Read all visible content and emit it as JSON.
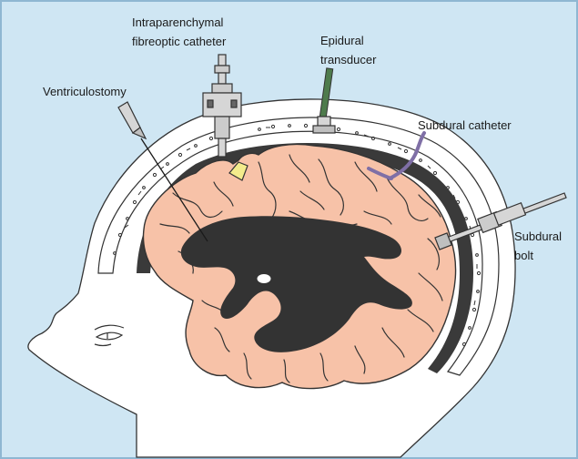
{
  "diagram": {
    "labels": {
      "intraparenchymal": [
        "Intraparenchymal",
        "fibreoptic catheter"
      ],
      "epidural": [
        "Epidural",
        "transducer"
      ],
      "ventriculostomy": "Ventriculostomy",
      "subdural_catheter": "Subdural catheter",
      "subdural_bolt": [
        "Subdural",
        "bolt"
      ]
    },
    "colors": {
      "background": "#cfe6f3",
      "frame": "#8fb7d2",
      "brain": "#f7c2a8",
      "ventricle": "#333333",
      "csf_space": "#3a3a3a",
      "skull": "#ffffff",
      "sensor_tip": "#f3ec8c",
      "epidural_stem": "#4e7b4c",
      "subdural_catheter": "#7f6fa6",
      "device_metal": "#d6d6d6"
    }
  }
}
